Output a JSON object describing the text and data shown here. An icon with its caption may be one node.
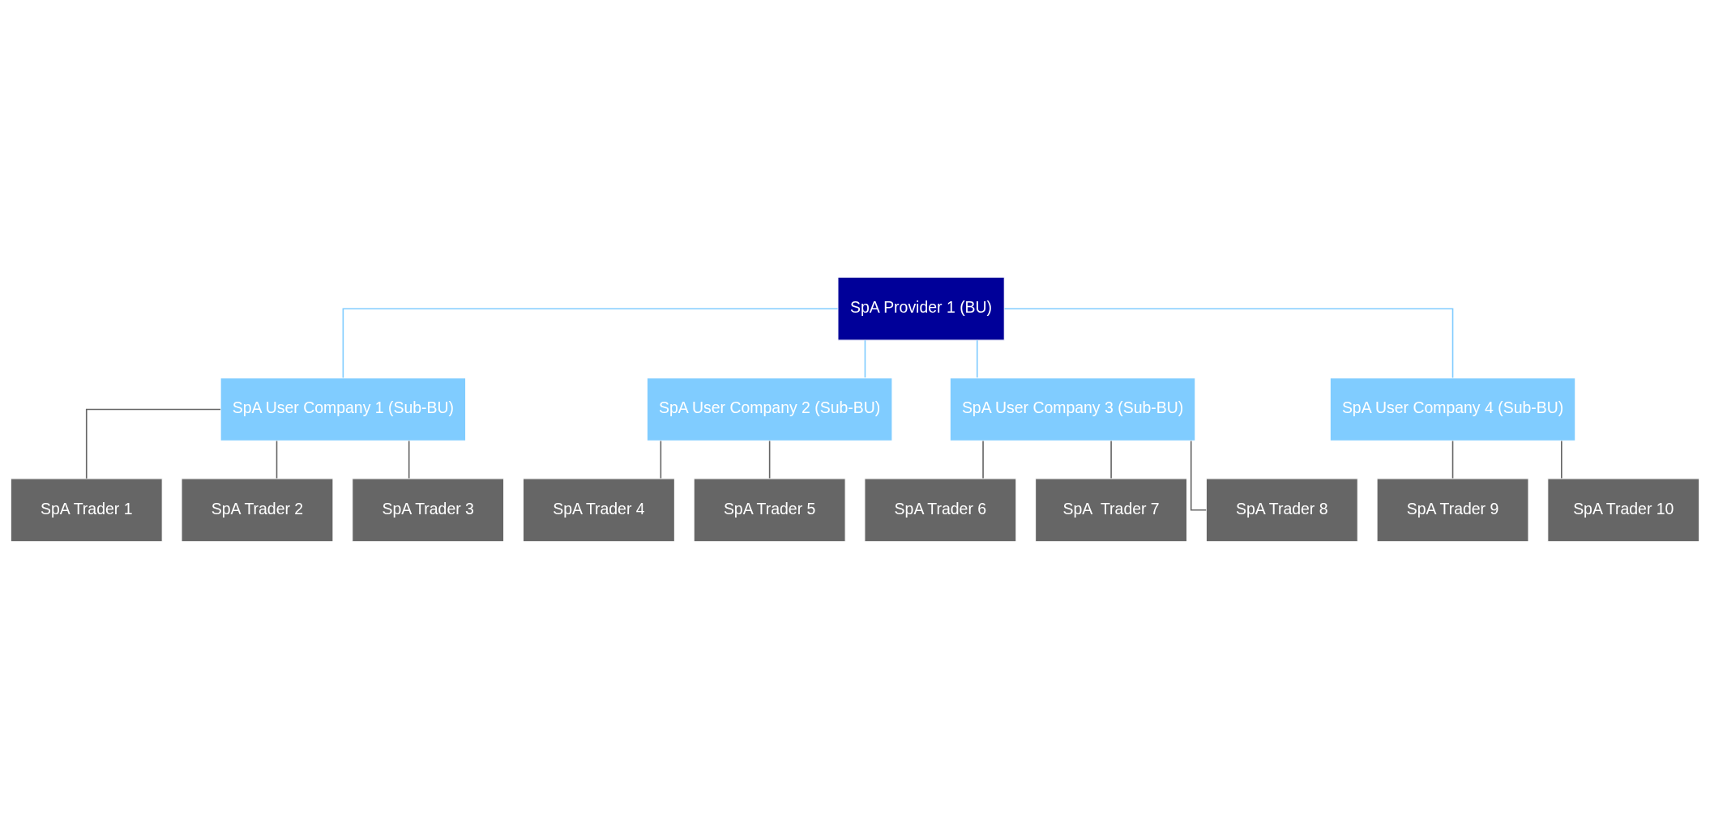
{
  "diagram": {
    "nodes": [
      {
        "text": [
          "SpA Provider 1 (BU)"
        ]
      },
      {
        "text": [
          "SpA User Company 1 (Sub-BU)"
        ]
      },
      {
        "text": [
          "SpA User Company 2 (Sub-BU)"
        ]
      },
      {
        "text": [
          "SpA User Company 3 (Sub-BU)"
        ]
      },
      {
        "text": [
          "SpA User Company 4 (Sub-BU)"
        ]
      },
      {
        "text": [
          "SpA Trader 1"
        ]
      },
      {
        "text": [
          "SpA Trader 2"
        ]
      },
      {
        "text": [
          "SpA Trader 3"
        ]
      },
      {
        "text": [
          "SpA Trader 4"
        ]
      },
      {
        "text": [
          "SpA Trader 5"
        ]
      },
      {
        "text": [
          "SpA Trader 6"
        ]
      },
      {
        "text": [
          "SpA  Trader 7"
        ]
      },
      {
        "text": [
          "SpA Trader 8"
        ]
      },
      {
        "text": [
          "SpA Trader 9"
        ]
      },
      {
        "text": [
          "SpA Trader 10"
        ]
      }
    ],
    "edges": [
      {
        "from": 0,
        "to": 1,
        "arrow": "none",
        "color": "#80ccff"
      },
      {
        "from": 0,
        "to": 2,
        "arrow": "none",
        "color": "#80ccff"
      },
      {
        "from": 0,
        "to": 3,
        "arrow": "none",
        "color": "#80ccff"
      },
      {
        "from": 0,
        "to": 4,
        "arrow": "none",
        "color": "#80ccff"
      },
      {
        "from": 1,
        "to": 5,
        "arrow": "none"
      },
      {
        "from": 1,
        "to": 6,
        "arrow": "none"
      },
      {
        "from": 1,
        "to": 7,
        "arrow": "none"
      },
      {
        "from": 2,
        "to": 8,
        "arrow": "none"
      },
      {
        "from": 2,
        "to": 9,
        "arrow": "none"
      },
      {
        "from": 3,
        "to": 10,
        "arrow": "none"
      },
      {
        "from": 3,
        "to": 11,
        "arrow": "none"
      },
      {
        "from": 3,
        "to": 12,
        "arrow": "none"
      },
      {
        "from": 4,
        "to": 13,
        "arrow": "none"
      },
      {
        "from": 4,
        "to": 14,
        "arrow": "none"
      }
    ]
  }
}
